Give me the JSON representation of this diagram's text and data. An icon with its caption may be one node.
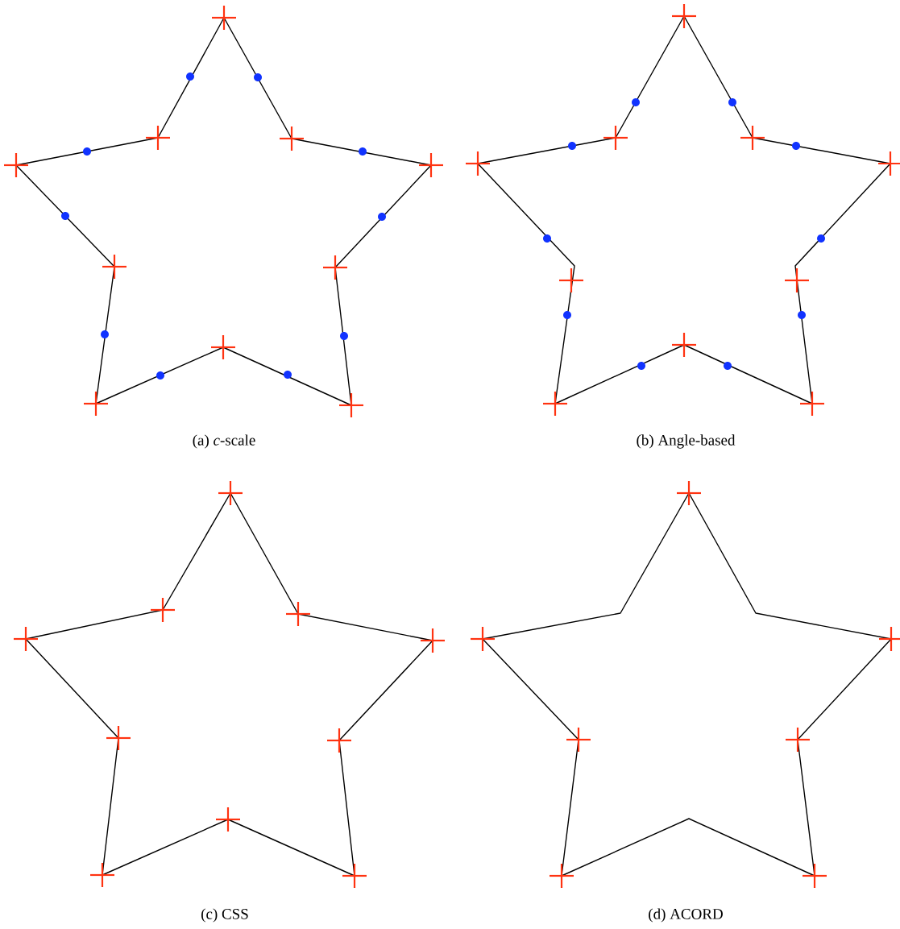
{
  "diagram": {
    "labels": [
      "(a) *c*-scale",
      "(b) Angle-based",
      "(c) CSS",
      "(d) ACORD"
    ]
  }
}
